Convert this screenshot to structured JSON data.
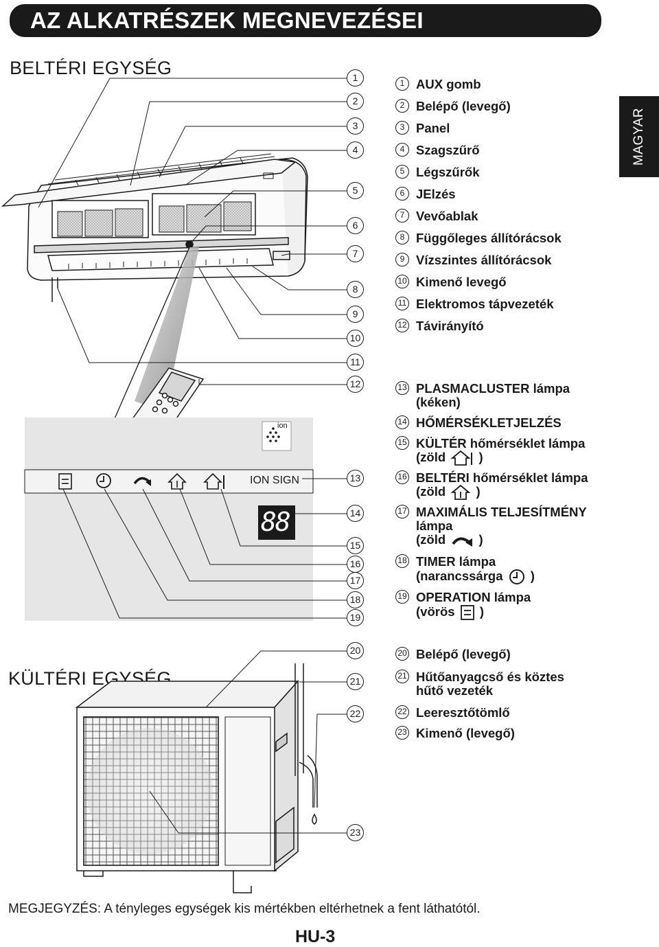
{
  "header": {
    "title": "AZ ALKATRÉSZEK MEGNEVEZÉSEI"
  },
  "side_tab": {
    "language": "MAGYAR"
  },
  "indoor": {
    "title": "BELTÉRI EGYSÉG",
    "panel_label": "ION SIGN",
    "display_digits": "88",
    "ion_badge": "ion"
  },
  "outdoor": {
    "title": "KÜLTÉRI EGYSÉG"
  },
  "legend_top": [
    {
      "num": "1",
      "text": "AUX gomb"
    },
    {
      "num": "2",
      "text": "Belépő (levegő)"
    },
    {
      "num": "3",
      "text": "Panel"
    },
    {
      "num": "4",
      "text": "Szagszűrő"
    },
    {
      "num": "5",
      "text": "Légszűrők"
    },
    {
      "num": "6",
      "text": "JElzés"
    },
    {
      "num": "7",
      "text": "Vevőablak"
    },
    {
      "num": "8",
      "text": "Függőleges állítórácsok"
    },
    {
      "num": "9",
      "text": "Vízszintes állítórácsok"
    },
    {
      "num": "10",
      "text": "Kimenő levegő"
    },
    {
      "num": "11",
      "text": "Elektromos tápvezeték"
    },
    {
      "num": "12",
      "text": "Távirányító"
    }
  ],
  "legend_mid": [
    {
      "num": "13",
      "line1": "PLASMACLUSTER lámpa",
      "line2": "(kéken)"
    },
    {
      "num": "14",
      "line1": "HŐMÉRSÉKLETJELZÉS"
    },
    {
      "num": "15",
      "line1": "KÜLTÉR hőmérséklet lámpa",
      "line2a": "(zöld",
      "line2b": ")"
    },
    {
      "num": "16",
      "line1": "BELTÉRI hőmérséklet lámpa",
      "line2a": "(zöld",
      "line2b": ")"
    },
    {
      "num": "17",
      "line1": "MAXIMÁLIS TELJESÍTMÉNY",
      "line2": "lámpa",
      "line3a": "(zöld",
      "line3b": ")"
    },
    {
      "num": "18",
      "line1": "TIMER lámpa",
      "line2a": "(narancssárga",
      "line2b": ")"
    },
    {
      "num": "19",
      "line1": "OPERATION lámpa",
      "line2a": "(vörös",
      "line2b": ")"
    }
  ],
  "legend_bottom": [
    {
      "num": "20",
      "text": "Belépő (levegő)"
    },
    {
      "num": "21",
      "line1": "Hűtőanyagcső és köztes",
      "line2": "hűtő vezeték"
    },
    {
      "num": "22",
      "text": "Leeresztőtömlő"
    },
    {
      "num": "23",
      "text": "Kimenő (levegő)"
    }
  ],
  "callout_numbers": [
    "1",
    "2",
    "3",
    "4",
    "5",
    "6",
    "7",
    "8",
    "9",
    "10",
    "11",
    "12",
    "13",
    "14",
    "15",
    "16",
    "17",
    "18",
    "19",
    "20",
    "21",
    "22",
    "23"
  ],
  "note": "MEGJEGYZÉS: A tényleges egységek kis mértékben eltérhetnek a fent láthatótól.",
  "page_number": "HU-3"
}
